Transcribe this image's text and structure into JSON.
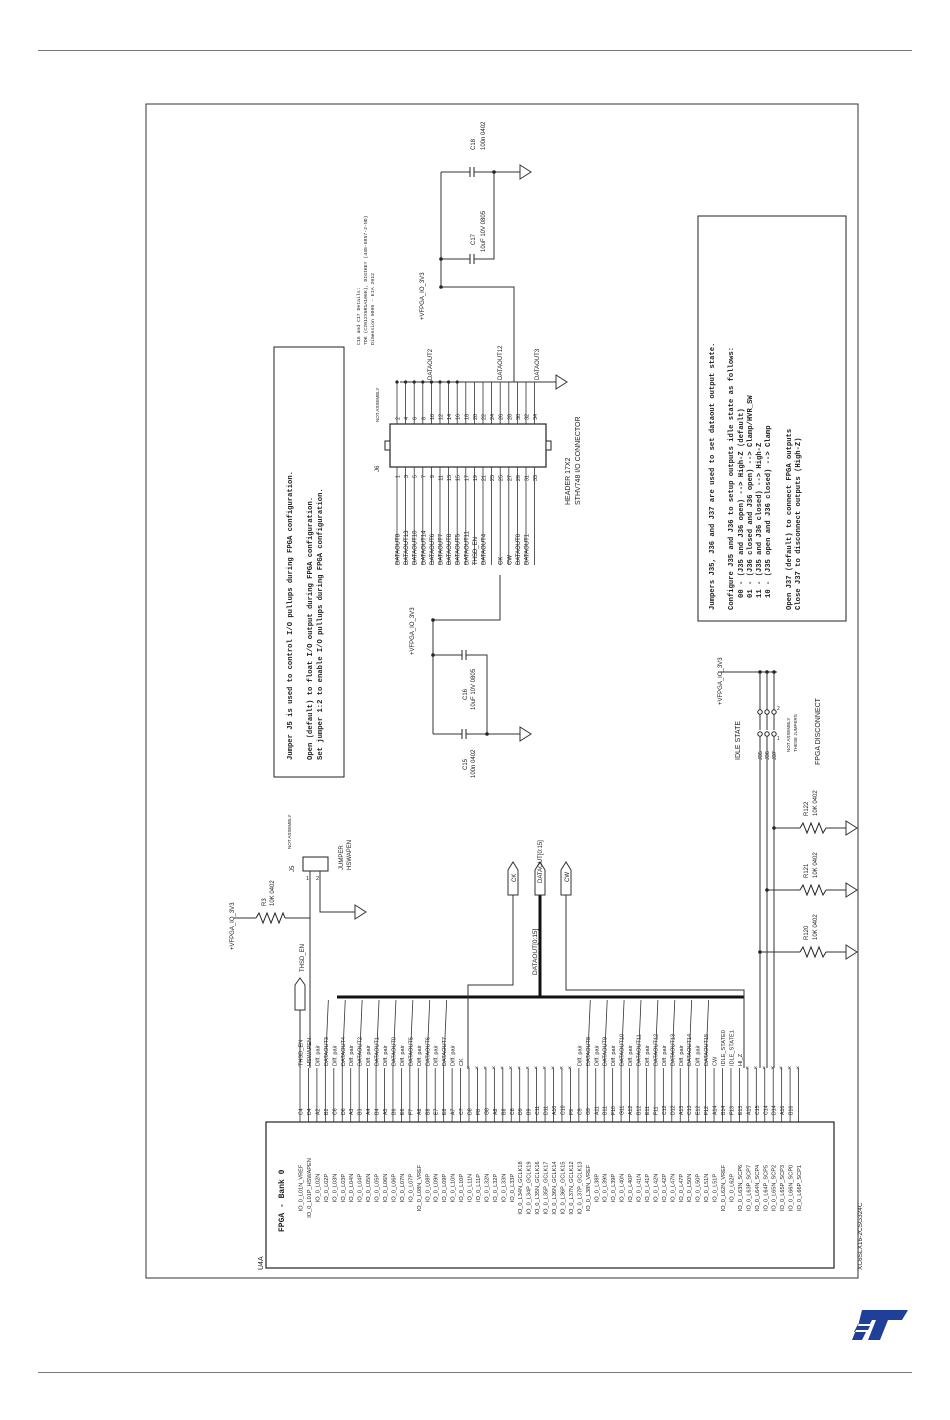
{
  "notes": {
    "j5": [
      "Jumper J5 is used to control I/O pullups during FPGA configuration.",
      "Open (default) to float I/O output during FPGA configuration.",
      "Set jumper 1:2 to enable I/O pullups during FPGA configuration."
    ],
    "j35": [
      "Jumpers J35, J36 and J37 are used to set dataout output state.",
      "Configure J35 and J36 to setup outputs idle state as follows:",
      "00 - (J35 and J36 open) --> High-Z (default)",
      "01 - (J36 closed and J36 open) --> Clamp/HVR_SW",
      "11 - (J35 and J36 closed) --> High-Z",
      "10 - (J35 open and J36 closed) --> Clamp",
      "Open J37 (default) to connect FPGA outputs",
      "Close J37 to disconnect outputs (High-Z)"
    ],
    "c16c17": [
      "C16 and C17 Details:",
      "TDK (C2012X5R1A106K), DIGIKEY (445-6857-2-ND)",
      "Dimension 0805 - EIA 2012"
    ]
  },
  "fpga": {
    "refdes": "U4A",
    "title": "FPGA - Bank 0",
    "part": "XC6SLX16-2CSG324C",
    "pins": [
      {
        "num": "C4",
        "name": "IO_0_L01N_VREF",
        "net": "THSD_EN"
      },
      {
        "num": "D4",
        "name": "IO_0_L01P_HSWAPEN",
        "net": "HSWAPEN"
      },
      {
        "num": "A2",
        "name": "IO_0_L02N",
        "net": "Diff. pair"
      },
      {
        "num": "B2",
        "name": "IO_0_L02P",
        "net": "DATAOUT3"
      },
      {
        "num": "C6",
        "name": "IO_0_L03N",
        "net": "Diff. pair"
      },
      {
        "num": "D6",
        "name": "IO_0_L03P",
        "net": "DATAOUT4"
      },
      {
        "num": "A3",
        "name": "IO_0_L04N",
        "net": "Diff. pair"
      },
      {
        "num": "B3",
        "name": "IO_0_L04P",
        "net": "DATAOUT2"
      },
      {
        "num": "A4",
        "name": "IO_0_L05N",
        "net": "Diff. pair"
      },
      {
        "num": "B4",
        "name": "IO_0_L05P",
        "net": "DATAOUT1"
      },
      {
        "num": "A5",
        "name": "IO_0_L06N",
        "net": "Diff. pair"
      },
      {
        "num": "B6",
        "name": "IO_0_L06P",
        "net": "DATAOUT0"
      },
      {
        "num": "E6",
        "name": "IO_0_L07N",
        "net": "Diff. pair"
      },
      {
        "num": "F7",
        "name": "IO_0_L07P",
        "net": "DATAOUT5"
      },
      {
        "num": "A6",
        "name": "IO_0_L08N_VREF",
        "net": "Diff. pair"
      },
      {
        "num": "B8",
        "name": "IO_0_L08P",
        "net": "DATAOUT6"
      },
      {
        "num": "E7",
        "name": "IO_0_L09N",
        "net": "Diff. pair"
      },
      {
        "num": "E8",
        "name": "IO_0_L09P",
        "net": "DATAOUT7"
      },
      {
        "num": "A7",
        "name": "IO_0_L10N",
        "net": "Diff. pair"
      },
      {
        "num": "C7",
        "name": "IO_0_L10P",
        "net": "CK"
      },
      {
        "num": "D8",
        "name": "IO_0_L11N",
        "net": ""
      },
      {
        "num": "F8",
        "name": "IO_0_L11P",
        "net": ""
      },
      {
        "num": "G8",
        "name": "IO_0_L32N",
        "net": ""
      },
      {
        "num": "A8",
        "name": "IO_0_L32P",
        "net": ""
      },
      {
        "num": "B8",
        "name": "IO_0_L33N",
        "net": ""
      },
      {
        "num": "C8",
        "name": "IO_0_L33P",
        "net": ""
      },
      {
        "num": "D9",
        "name": "IO_0_L34N_GCLK18",
        "net": ""
      },
      {
        "num": "B9",
        "name": "IO_0_L34P_GCLK19",
        "net": ""
      },
      {
        "num": "C11",
        "name": "IO_0_L35N_GCLK16",
        "net": ""
      },
      {
        "num": "D11",
        "name": "IO_0_L35P_GCLK17",
        "net": ""
      },
      {
        "num": "A10",
        "name": "IO_0_L36N_GCLK14",
        "net": ""
      },
      {
        "num": "C10",
        "name": "IO_0_L36P_GCLK15",
        "net": ""
      },
      {
        "num": "F9",
        "name": "IO_0_L37N_GCLK12",
        "net": ""
      },
      {
        "num": "C9",
        "name": "IO_0_L37P_GCLK13",
        "net": "Diff. pair"
      },
      {
        "num": "G9",
        "name": "IO_0_L38N_VREF",
        "net": "DATAOUT8"
      },
      {
        "num": "A11",
        "name": "IO_0_L38P",
        "net": "Diff. pair"
      },
      {
        "num": "B11",
        "name": "IO_0_L39N",
        "net": "DATAOUT9"
      },
      {
        "num": "F10",
        "name": "IO_0_L39P",
        "net": "Diff. pair"
      },
      {
        "num": "G11",
        "name": "IO_0_L40N",
        "net": "DATAOUT10"
      },
      {
        "num": "A12",
        "name": "IO_0_L40P",
        "net": "Diff. pair"
      },
      {
        "num": "B12",
        "name": "IO_0_L41N",
        "net": "DATAOUT11"
      },
      {
        "num": "E11",
        "name": "IO_0_L41P",
        "net": "Diff. pair"
      },
      {
        "num": "F11",
        "name": "IO_0_L42N",
        "net": "DATAOUT12"
      },
      {
        "num": "C12",
        "name": "IO_0_L42P",
        "net": "Diff. pair"
      },
      {
        "num": "D12",
        "name": "IO_0_L47N",
        "net": "DATAOUT13"
      },
      {
        "num": "A13",
        "name": "IO_0_L47P",
        "net": "Diff. pair"
      },
      {
        "num": "C13",
        "name": "IO_0_L50N",
        "net": "DATAOUT14"
      },
      {
        "num": "E12",
        "name": "IO_0_L50P",
        "net": "Diff. pair"
      },
      {
        "num": "F12",
        "name": "IO_0_L51N",
        "net": "DATAOUT15"
      },
      {
        "num": "A14",
        "name": "IO_0_L51P",
        "net": "CW"
      },
      {
        "num": "B14",
        "name": "IO_0_L62N_VREF",
        "net": "IDLE_STATE0"
      },
      {
        "num": "F13",
        "name": "IO_0_L62P",
        "net": "IDLE_STATE1"
      },
      {
        "num": "E13",
        "name": "IO_0_L63N_SCP6",
        "net": "HI_Z"
      },
      {
        "num": "A15",
        "name": "IO_0_L63P_SCP7",
        "net": ""
      },
      {
        "num": "C15",
        "name": "IO_0_L64N_SCP4",
        "net": ""
      },
      {
        "num": "C14",
        "name": "IO_0_L64P_SCP5",
        "net": ""
      },
      {
        "num": "D14",
        "name": "IO_0_L65N_SCP2",
        "net": ""
      },
      {
        "num": "A16",
        "name": "IO_0_L65P_SCP3",
        "net": ""
      },
      {
        "num": "B16",
        "name": "IO_0_L66N_SCP0",
        "net": ""
      },
      {
        "num": "",
        "name": "IO_0_L66P_SCP1",
        "net": ""
      }
    ]
  },
  "connector": {
    "refdes": "J6",
    "dnp": "NOT ASSEMBLY",
    "type": "HEADER 17X2",
    "desc": "STHV748 I/O CONNECTOR",
    "left_pins": [
      "1",
      "3",
      "5",
      "7",
      "9",
      "11",
      "13",
      "15",
      "17",
      "19",
      "21",
      "23",
      "25",
      "27",
      "29",
      "31",
      "33"
    ],
    "right_pins": [
      "2",
      "4",
      "6",
      "8",
      "10",
      "12",
      "14",
      "16",
      "18",
      "20",
      "22",
      "24",
      "26",
      "28",
      "30",
      "32",
      "34"
    ],
    "left_nets": [
      "DATAOUT8",
      "DATAOUT13",
      "DATAOUT10",
      "DATAOUT14",
      "DATAOUT6",
      "DATAOUT7",
      "DATAOUT8",
      "DATAOUT5",
      "DATAOUT11",
      "THSD_EN",
      "DATAOUT4",
      "",
      "CK",
      "CW",
      "DATAOUT0",
      "DATAOUT1"
    ],
    "right_nets": [
      "DATAOUT2",
      "DATAOUT12",
      "DATAOUT3"
    ]
  },
  "power": {
    "vfpga": "+VFPGA_IO_3V3"
  },
  "parts": {
    "r3": {
      "ref": "R3",
      "value": "10K 0402"
    },
    "j5": {
      "ref": "J5",
      "dnp": "NOT ASSEMBLY",
      "name1": "JUMPER",
      "name2": "HSWAPEN",
      "p1": "1",
      "p2": "2"
    },
    "c15": {
      "ref": "C15",
      "value": "100n 0402"
    },
    "c16": {
      "ref": "C16",
      "value": "10uF 10V 0805"
    },
    "c17": {
      "ref": "C17",
      "value": "10uF 10V 0805"
    },
    "c18": {
      "ref": "C18",
      "value": "100n 0402"
    },
    "r120": {
      "ref": "R120",
      "value": "10K 0402"
    },
    "r121": {
      "ref": "R121",
      "value": "10K 0402"
    },
    "r122": {
      "ref": "R122",
      "value": "10K 0402"
    },
    "jumpers": {
      "j35": "J35",
      "j36": "J36",
      "j37": "J37",
      "p1": "1",
      "p2": "2",
      "dnp1": "NOT ASSEMBLY",
      "dnp2": "THESE JUMPERS",
      "idle": "IDLE STATE",
      "fpga_dc": "FPGA DISCONNECT"
    }
  },
  "ports": {
    "ck": "CK",
    "dataout_bus": "DATAOUT[0:15]",
    "cw": "CW",
    "thsd_en": "THSD_EN",
    "bus_label": "DATAOUT[0:15]"
  }
}
